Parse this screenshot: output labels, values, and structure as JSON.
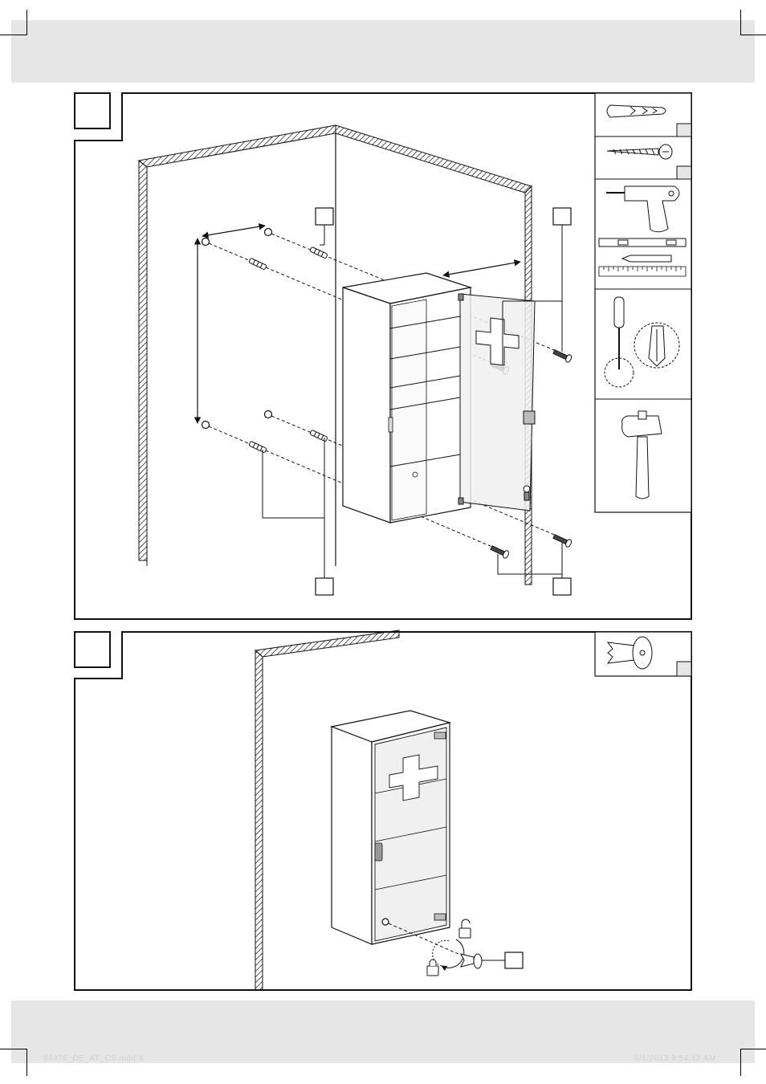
{
  "footer": {
    "file_label": "94476_DE_AT_CS.indd   8",
    "timestamp": "6/1/2013   9:54:12 AM"
  },
  "steps": [
    {
      "name": "mounting-step",
      "number": ""
    },
    {
      "name": "locking-step",
      "number": ""
    }
  ],
  "tools": [
    "wall-plug-icon",
    "screw-icon",
    "drill-icon",
    "spirit-level-icon",
    "pencil-icon",
    "ruler-icon",
    "screwdriver-icon",
    "hammer-icon",
    "key-icon"
  ],
  "colors": {
    "band": "#e6e6e6",
    "line": "#111111",
    "glass": "#f0f0f0"
  }
}
